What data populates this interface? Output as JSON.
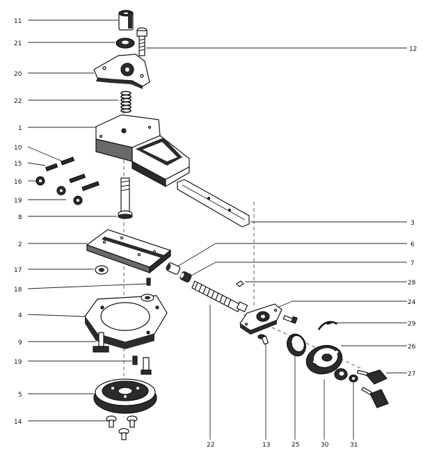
{
  "callouts": {
    "c11": "11",
    "c21": "21",
    "c20": "20",
    "c22a": "22",
    "c1": "1",
    "c10": "10",
    "c15": "15",
    "c16": "16",
    "c19a": "19",
    "c8": "8",
    "c2": "2",
    "c17": "17",
    "c18": "18",
    "c4": "4",
    "c9": "9",
    "c19b": "19",
    "c5": "5",
    "c14": "14",
    "c12": "12",
    "c3": "3",
    "c6": "6",
    "c7": "7",
    "c28": "28",
    "c24": "24",
    "c29": "29",
    "c26": "26",
    "c27": "27",
    "c22b": "22",
    "c13": "13",
    "c25": "25",
    "c30": "30",
    "c31": "31"
  }
}
